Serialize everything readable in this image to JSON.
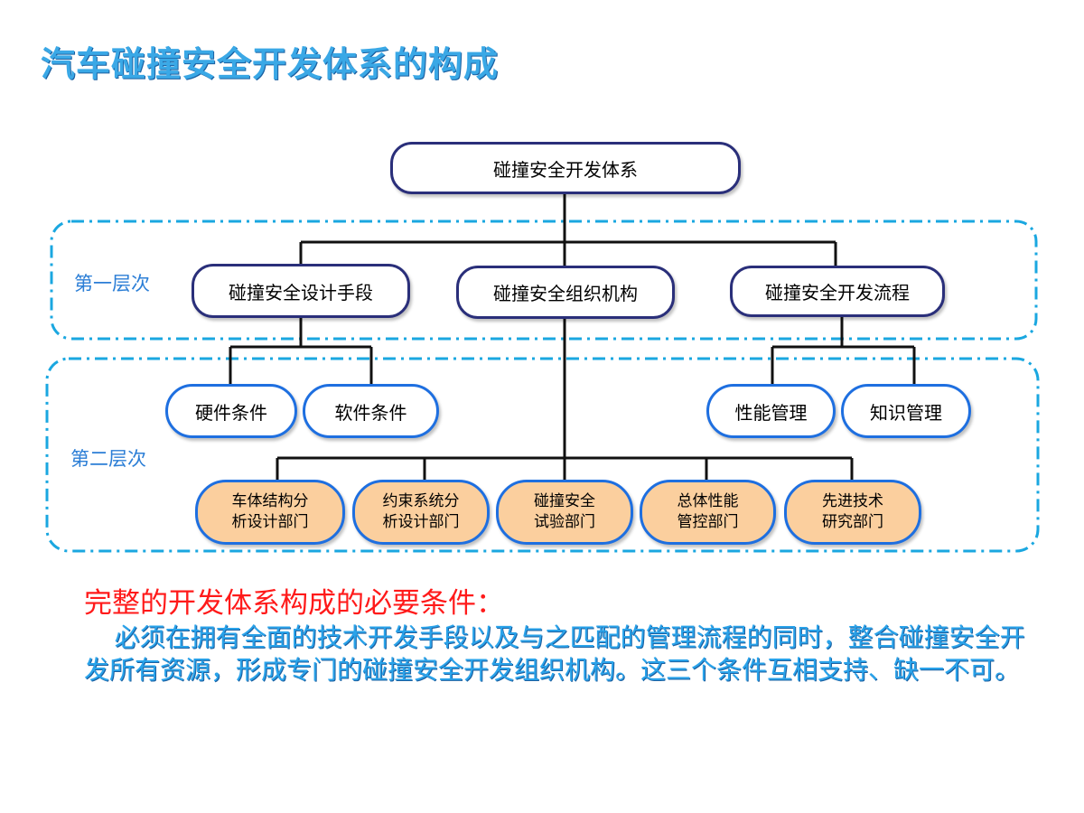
{
  "title": "汽车碰撞安全开发体系的构成",
  "levels": {
    "level1": "第一层次",
    "level2": "第二层次"
  },
  "nodes": {
    "root": "碰撞安全开发体系",
    "design_means": "碰撞安全设计手段",
    "organization": "碰撞安全组织机构",
    "dev_process": "碰撞安全开发流程",
    "hardware": "硬件条件",
    "software": "软件条件",
    "performance_mgmt": "性能管理",
    "knowledge_mgmt": "知识管理",
    "dept_body_line1": "车体结构分",
    "dept_body_line2": "析设计部门",
    "dept_restraint_line1": "约束系统分",
    "dept_restraint_line2": "析设计部门",
    "dept_test_line1": "碰撞安全",
    "dept_test_line2": "试验部门",
    "dept_control_line1": "总体性能",
    "dept_control_line2": "管控部门",
    "dept_research_line1": "先进技术",
    "dept_research_line2": "研究部门"
  },
  "conditions": {
    "heading": "完整的开发体系构成的必要条件：",
    "body": "必须在拥有全面的技术开发手段以及与之匹配的管理流程的同时，整合碰撞安全开发所有资源，形成专门的碰撞安全开发组织机构。这三个条件互相支持、缺一不可。"
  },
  "colors": {
    "title": "#3aa8e6",
    "node_border_dark": "#2a2f7a",
    "node_border_blue": "#1e6fe0",
    "dept_fill": "#fbcf9e",
    "dash_border": "#1aa7e0",
    "condition_heading": "#ff1a1a",
    "condition_body": "#2aa3ea"
  }
}
